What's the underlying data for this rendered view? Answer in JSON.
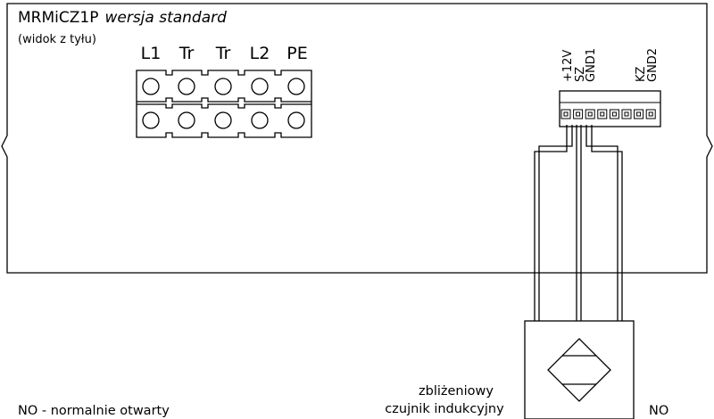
{
  "device": {
    "model": "MRMiCZ1P",
    "version": "wersja standard",
    "view": "(widok z tyłu)"
  },
  "terminal_block": {
    "labels": [
      "L1",
      "Tr",
      "Tr",
      "L2",
      "PE"
    ]
  },
  "connector": {
    "pins": [
      "+12V",
      "SZ",
      "GND1",
      "",
      "",
      "",
      "KZ",
      "GND2"
    ]
  },
  "sensor": {
    "label_line1": "zbliżeniowy",
    "label_line2": "czujnik indukcyjny",
    "type": "NO"
  },
  "legend": {
    "text": "NO - normalnie otwarty"
  }
}
